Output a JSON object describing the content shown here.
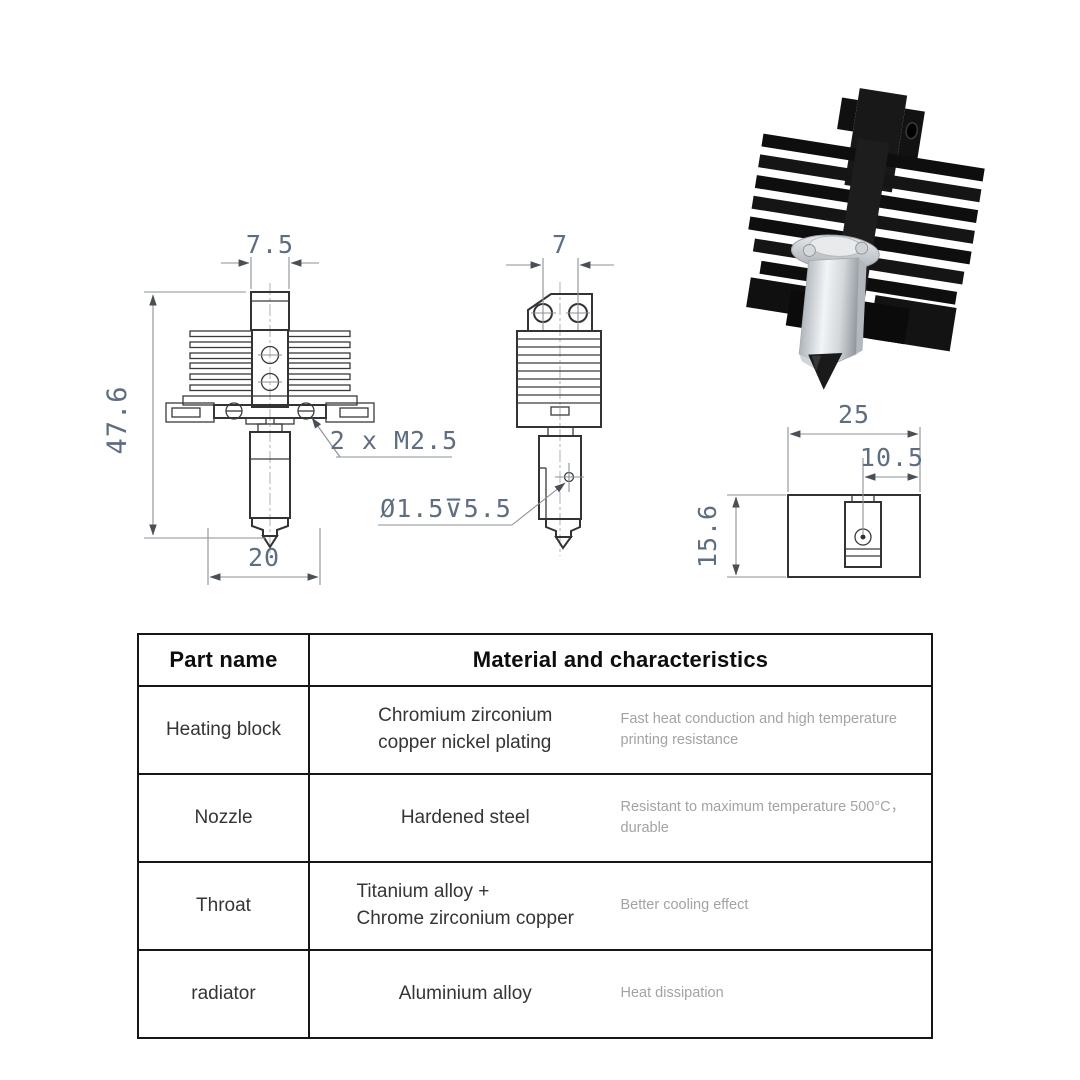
{
  "colors": {
    "dimension_text": "#5e6e80",
    "drawing_line": "#3a3a3a",
    "table_border": "#161616",
    "body_text": "#353535",
    "muted_text": "#a3a3a3",
    "heatsink_black": "#141414",
    "metal_silver": "#d9dcdf"
  },
  "drawings": {
    "front_view": {
      "dim_top_width": "7.5",
      "dim_overall_height": "47.6",
      "dim_bottom_width": "20",
      "screw_note": "2 x M2.5"
    },
    "side_view": {
      "dim_top_width": "7",
      "hole_note": "Ø1.5⊽5.5"
    },
    "block_view": {
      "dim_width": "25",
      "dim_hole_offset": "10.5",
      "dim_height": "15.6"
    }
  },
  "table": {
    "headers": [
      "Part name",
      "Material and characteristics"
    ],
    "rows": [
      {
        "part": "Heating block",
        "material_line1": "Chromium zirconium",
        "material_line2": "copper nickel plating",
        "characteristics": "Fast heat conduction and high temperature printing resistance"
      },
      {
        "part": "Nozzle",
        "material_line1": "Hardened steel",
        "material_line2": "",
        "characteristics": "Resistant to maximum temperature 500°C，durable"
      },
      {
        "part": "Throat",
        "material_line1": "Titanium alloy +",
        "material_line2": "Chrome zirconium copper",
        "characteristics": "Better cooling effect"
      },
      {
        "part": "radiator",
        "material_line1": "Aluminium alloy",
        "material_line2": "",
        "characteristics": "Heat dissipation"
      }
    ]
  }
}
